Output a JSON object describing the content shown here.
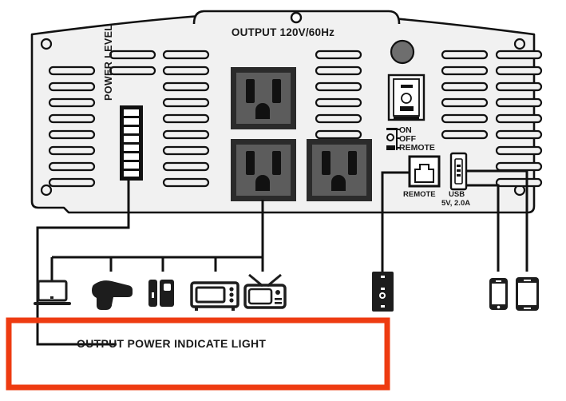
{
  "diagram": {
    "type": "inverter-connection-diagram",
    "device_title": "OUTPUT 120V/60Hz",
    "power_level_label": "POWER LEVEL",
    "switch_positions": [
      "ON",
      "OFF",
      "REMOTE"
    ],
    "port_labels": {
      "remote": "REMOTE",
      "usb": "USB",
      "usb_rating": "5V, 2.0A"
    },
    "callout": {
      "text": "OUTPUT POWER INDICATE LIGHT",
      "box_color": "#ee3b11"
    },
    "colors": {
      "body_fill": "#f1f1f1",
      "outline": "#111111",
      "outlet_face": "#5c5c5c",
      "outlet_bezel": "#2b2b2b",
      "slot": "#111111",
      "knob": "#6e6e6e",
      "callout_red": "#ee3b11"
    },
    "counts": {
      "outlets": 3,
      "power_level_segments": 8,
      "corner_screws": 4
    },
    "devices": [
      {
        "name": "laptop",
        "icon": "laptop-icon"
      },
      {
        "name": "power drill",
        "icon": "drill-icon"
      },
      {
        "name": "refrigerator",
        "icon": "refrigerator-icon"
      },
      {
        "name": "microwave",
        "icon": "microwave-icon"
      },
      {
        "name": "television",
        "icon": "tv-icon"
      },
      {
        "name": "wall remote",
        "icon": "wall-remote-icon"
      },
      {
        "name": "smartphone",
        "icon": "smartphone-icon"
      },
      {
        "name": "tablet",
        "icon": "tablet-icon"
      }
    ]
  }
}
